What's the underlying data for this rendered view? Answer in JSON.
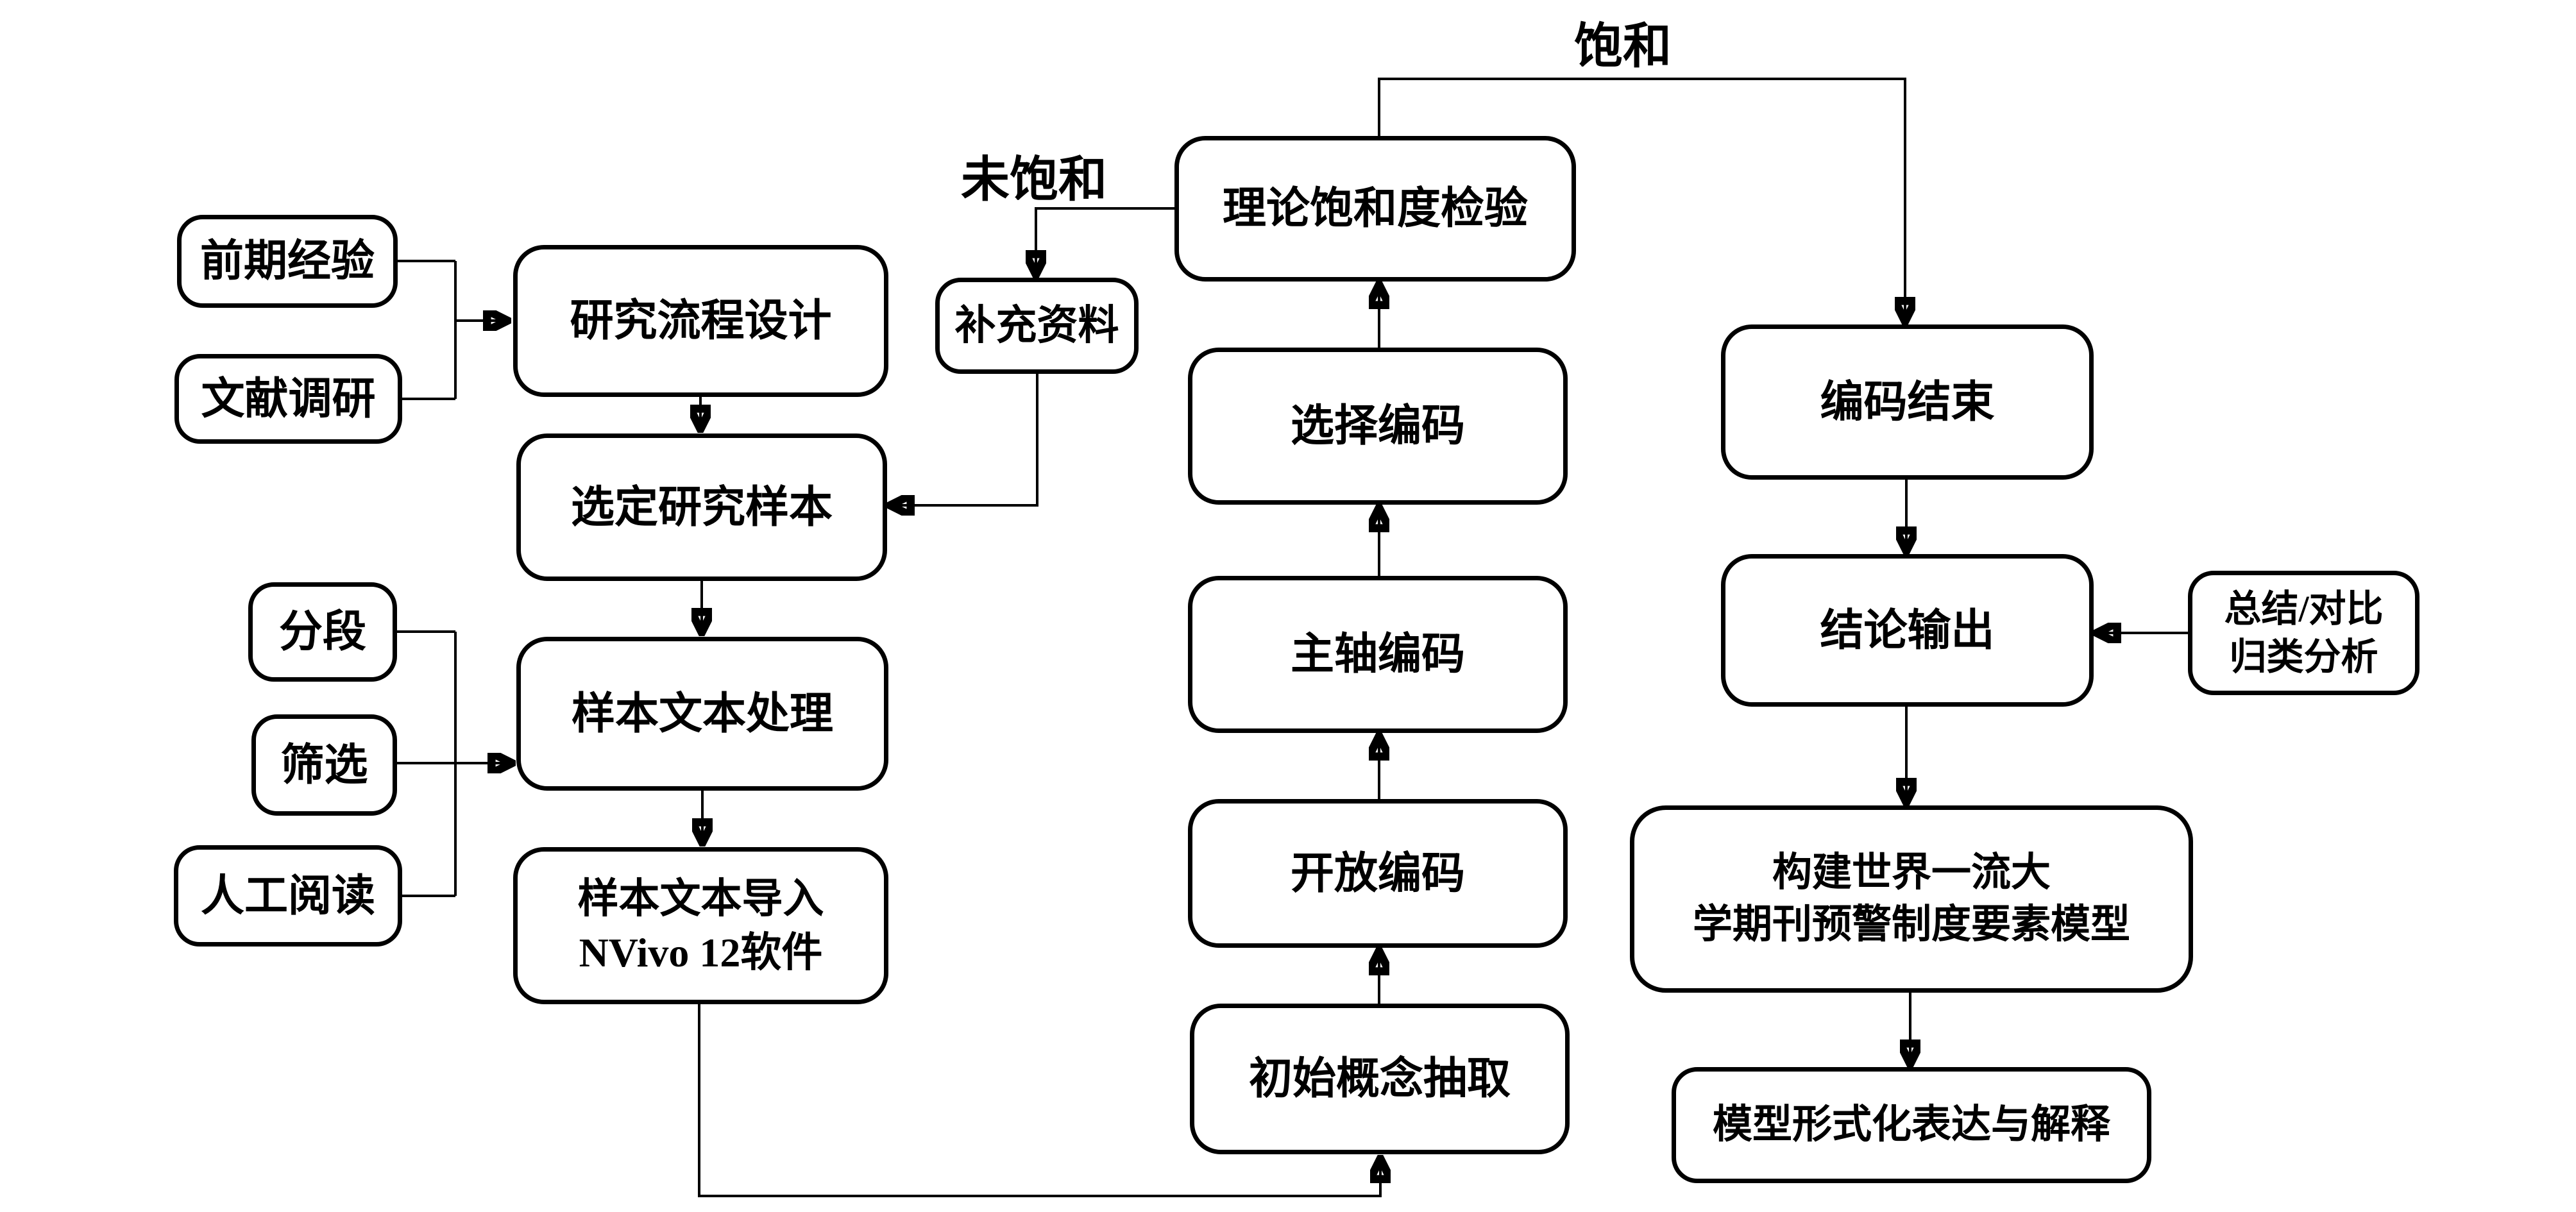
{
  "diagram": {
    "background": "#ffffff",
    "stroke_color": "#000000",
    "box_fill": "#ffffff",
    "text_color": "#000000",
    "nodes": {
      "prior_experience": {
        "label": "前期经验"
      },
      "literature_review": {
        "label": "文献调研"
      },
      "research_process_design": {
        "label": "研究流程设计"
      },
      "supplement_materials": {
        "label": "补充资料"
      },
      "theoretical_saturation_test": {
        "label": "理论饱和度检验"
      },
      "select_research_sample": {
        "label": "选定研究样本"
      },
      "segmentation": {
        "label": "分段"
      },
      "screening": {
        "label": "筛选"
      },
      "manual_reading": {
        "label": "人工阅读"
      },
      "sample_text_processing": {
        "label": "样本文本处理"
      },
      "sample_text_import": {
        "lines": [
          "样本文本导入",
          "NVivo 12软件"
        ]
      },
      "selective_coding": {
        "label": "选择编码"
      },
      "axial_coding": {
        "label": "主轴编码"
      },
      "open_coding": {
        "label": "开放编码"
      },
      "initial_concept_extraction": {
        "label": "初始概念抽取"
      },
      "coding_end": {
        "label": "编码结束"
      },
      "conclusion_output": {
        "label": "结论输出"
      },
      "summary_compare_analysis": {
        "lines": [
          "总结/对比",
          "归类分析"
        ]
      },
      "build_model": {
        "lines": [
          "构建世界一流大",
          "学期刊预警制度要素模型"
        ]
      },
      "model_formalization": {
        "label": "模型形式化表达与解释"
      }
    },
    "edge_labels": {
      "saturated": "饱和",
      "not_saturated": "未饱和"
    }
  }
}
